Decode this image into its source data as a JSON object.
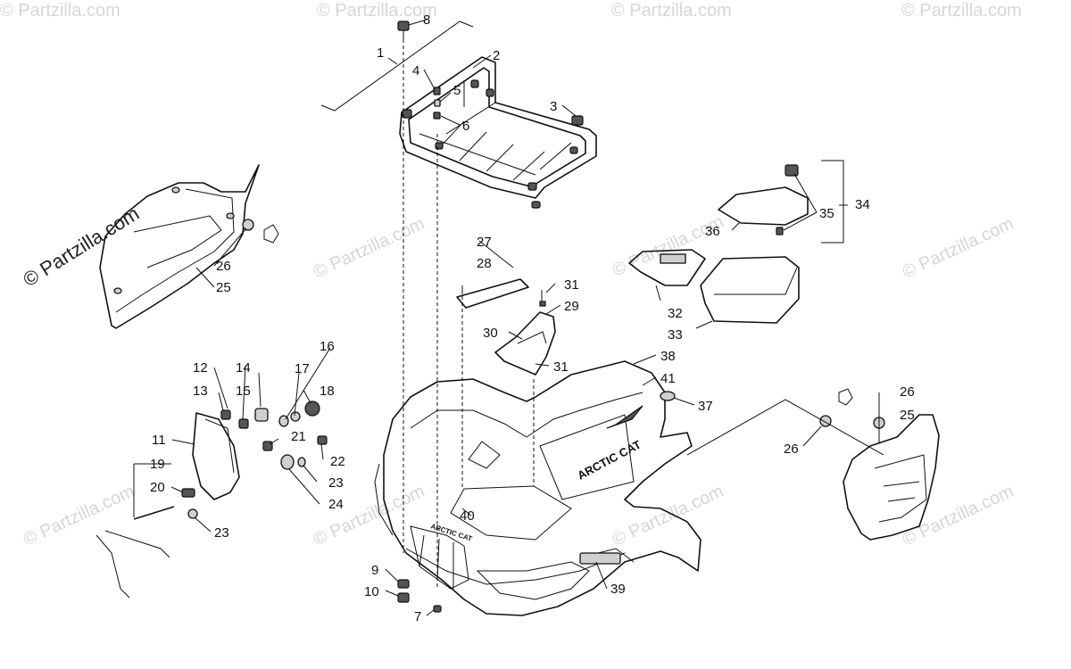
{
  "brand_watermark": "© Partzilla.com",
  "watermark": "© Partzilla.com",
  "logo_text": "ARCTIC CAT",
  "callouts": {
    "c1": "1",
    "c2": "2",
    "c3": "3",
    "c4": "4",
    "c5": "5",
    "c6": "6",
    "c7": "7",
    "c8": "8",
    "c9": "9",
    "c10": "10",
    "c11": "11",
    "c12": "12",
    "c13": "13",
    "c14": "14",
    "c15": "15",
    "c16": "16",
    "c17": "17",
    "c18": "18",
    "c19": "19",
    "c20": "20",
    "c21": "21",
    "c22": "22",
    "c23a": "23",
    "c23b": "23",
    "c24": "24",
    "c25a": "25",
    "c25b": "25",
    "c26a": "26",
    "c26b": "26",
    "c26c": "26",
    "c27": "27",
    "c28": "28",
    "c29": "29",
    "c30": "30",
    "c31a": "31",
    "c31b": "31",
    "c32": "32",
    "c33": "33",
    "c34": "34",
    "c35": "35",
    "c36": "36",
    "c37": "37",
    "c38": "38",
    "c39": "39",
    "c40": "40",
    "c41": "41"
  }
}
